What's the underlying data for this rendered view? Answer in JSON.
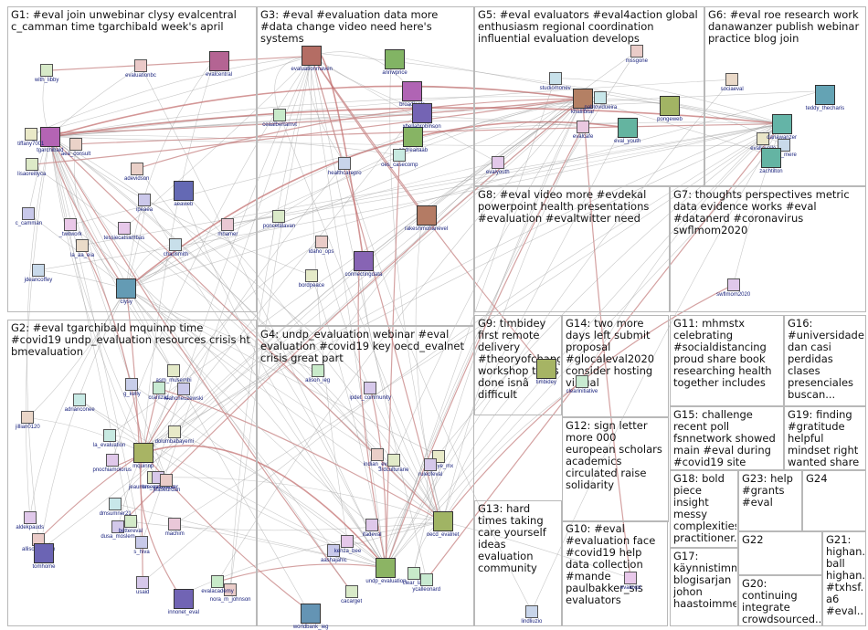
{
  "groups": [
    {
      "id": "G1",
      "label": "G1: #eval join unwebinar clysy evalcentral c_camman time tgarchibald week's april"
    },
    {
      "id": "G2",
      "label": "G2: #eval tgarchibald mquinnp time #covid19 undp_evaluation resources crisis ht bmevaluation"
    },
    {
      "id": "G3",
      "label": "G3: #eval #evaluation data more #data change video need here's systems"
    },
    {
      "id": "G4",
      "label": "G4: undp_evaluation webinar #eval evaluation #covid19 key oecd_evalnet crisis great part"
    },
    {
      "id": "G5",
      "label": "G5: #eval evaluators #eval4action global enthusiasm regional coordination influential evaluation develops"
    },
    {
      "id": "G6",
      "label": "G6: #eval roe research work danawanzer publish webinar practice blog join"
    },
    {
      "id": "G7",
      "label": "G7: thoughts perspectives metric data evidence works #eval #datanerd #coronavirus swflmom2020"
    },
    {
      "id": "G8",
      "label": "G8: #eval video more #evdekal powerpoint health presentations #evaluation #evaltwitter need"
    },
    {
      "id": "G9",
      "label": "G9: timbidey first remote delivery #theoryofchange workshop turns done isnâ difficult"
    },
    {
      "id": "G10",
      "label": "G10: #eval #evaluation face #covid19 help data collection #mande paulbakker_sis evaluators"
    },
    {
      "id": "G11",
      "label": "G11: mhmstx celebrating #socialdistancing proud share book researching health together includes"
    },
    {
      "id": "G12",
      "label": "G12: sign letter more 000 european scholars academics circulated raise solidarity"
    },
    {
      "id": "G13",
      "label": "G13: hard times taking care yourself ideas evaluation community"
    },
    {
      "id": "G14",
      "label": "G14: two more days left submit proposal #glocaleval2020 consider hosting virtual"
    },
    {
      "id": "G15",
      "label": "G15: challenge recent poll fsnnetwork showed main #eval during #covid19 site"
    },
    {
      "id": "G16",
      "label": "G16: #universidades dan casi perdidas clases presenciales buscan..."
    },
    {
      "id": "G17",
      "label": "G17: käynnistimme blogisarjan johon haastoimme..."
    },
    {
      "id": "G18",
      "label": "G18: bold piece insight messy complexities practitioner..."
    },
    {
      "id": "G19",
      "label": "G19: finding #gratitude helpful mindset right wanted share big thank..."
    },
    {
      "id": "G20",
      "label": "G20: continuing integrate crowdsourced..."
    },
    {
      "id": "G21",
      "label": "G21: highan... ball highan... #txhsf... a6 #eval..."
    },
    {
      "id": "G22",
      "label": "G22"
    },
    {
      "id": "G23",
      "label": "G23: help #grants #eval"
    },
    {
      "id": "G24",
      "label": "G24"
    }
  ],
  "nodes": [
    {
      "label": "tgarchibald",
      "group": "G1",
      "avatar": true
    },
    {
      "label": "evalcentral",
      "group": "G1",
      "avatar": true
    },
    {
      "label": "clysy",
      "group": "G1",
      "avatar": true
    },
    {
      "label": "aeaweb",
      "group": "G1",
      "avatar": true
    },
    {
      "label": "ipeaea",
      "group": "G1"
    },
    {
      "label": "mhamer",
      "group": "G1"
    },
    {
      "label": "jdeancoffey",
      "group": "G1"
    },
    {
      "label": "with_libby",
      "group": "G1"
    },
    {
      "label": "aea_consult",
      "group": "G1"
    },
    {
      "label": "c_camman",
      "group": "G1"
    },
    {
      "label": "tiffany7001",
      "group": "G1"
    },
    {
      "label": "la_aa_eia",
      "group": "G1"
    },
    {
      "label": "charlsmith",
      "group": "G1"
    },
    {
      "label": "tessiecatsambas",
      "group": "G1"
    },
    {
      "label": "lisaoreillyca",
      "group": "G1"
    },
    {
      "label": "_twitwork",
      "group": "G1"
    },
    {
      "label": "adevidson",
      "group": "G1"
    },
    {
      "label": "evaluationbc",
      "group": "G1"
    },
    {
      "label": "connectingdata",
      "group": "G3",
      "avatar": true
    },
    {
      "label": "healthcarepro",
      "group": "G3"
    },
    {
      "label": "evaluationmaven",
      "group": "G3",
      "avatar": true
    },
    {
      "label": "idaho_ops",
      "group": "G3"
    },
    {
      "label": "rakeshmohanevel",
      "group": "G3",
      "avatar": true
    },
    {
      "label": "andreaitaab",
      "group": "G3",
      "avatar": true
    },
    {
      "label": "broadleafc",
      "group": "G3",
      "avatar": true
    },
    {
      "label": "poncelalavan",
      "group": "G3"
    },
    {
      "label": "xhellabrobinson",
      "group": "G3",
      "avatar": true
    },
    {
      "label": "annwprice",
      "group": "G3",
      "avatar": true
    },
    {
      "label": "bordpeace",
      "group": "G3"
    },
    {
      "label": "oes_casecomp",
      "group": "G3"
    },
    {
      "label": "ceaalbertamvt",
      "group": "G3"
    },
    {
      "label": "evalyouth",
      "group": "G5"
    },
    {
      "label": "mssgone",
      "group": "G5"
    },
    {
      "label": "evalcafe",
      "group": "G5"
    },
    {
      "label": "studiomonev",
      "group": "G5"
    },
    {
      "label": "pongeweb",
      "group": "G5",
      "avatar": true
    },
    {
      "label": "eval_youth",
      "group": "G5",
      "avatar": true
    },
    {
      "label": "khalilbitar",
      "group": "G5",
      "avatar": true
    },
    {
      "label": "pablovidueira",
      "group": "G5"
    },
    {
      "label": "evallavalle",
      "group": "G6"
    },
    {
      "label": "sociaeval",
      "group": "G6"
    },
    {
      "label": "teddy_thecharis",
      "group": "G6",
      "avatar": true
    },
    {
      "label": "danawanzer",
      "group": "G6",
      "avatar": true
    },
    {
      "label": "eval_mere",
      "group": "G6"
    },
    {
      "label": "zachtilton",
      "group": "G6",
      "avatar": true
    },
    {
      "label": "swflmom2020",
      "group": "G7"
    },
    {
      "label": "timbidey",
      "group": "G9",
      "avatar": true
    },
    {
      "label": "clearinitiative",
      "group": "G14"
    },
    {
      "label": "evalexpt",
      "group": "G10"
    },
    {
      "label": "lindliuzio",
      "group": "G13"
    },
    {
      "label": "redmye_mx",
      "group": "G4"
    },
    {
      "label": "clear_lac",
      "group": "G4"
    },
    {
      "label": "ycalleonard",
      "group": "G4"
    },
    {
      "label": "undp_evaluation",
      "group": "G4",
      "avatar": true
    },
    {
      "label": "aashajahic",
      "group": "G4"
    },
    {
      "label": "indian_eval",
      "group": "G4"
    },
    {
      "label": "kenza_bee",
      "group": "G4"
    },
    {
      "label": "cacarget",
      "group": "G4"
    },
    {
      "label": "oecd_evalnet",
      "group": "G4",
      "avatar": true
    },
    {
      "label": "ipdet_community",
      "group": "G4"
    },
    {
      "label": "worldbank_ieg",
      "group": "G4",
      "avatar": true
    },
    {
      "label": "alison_ieg",
      "group": "G4"
    },
    {
      "label": "ruleofeval",
      "group": "G4"
    },
    {
      "label": "ifadeval",
      "group": "G4"
    },
    {
      "label": "3rdculturane",
      "group": "G4"
    },
    {
      "label": "allisontitcomb",
      "group": "G2"
    },
    {
      "label": "dolumbabayemi",
      "group": "G2"
    },
    {
      "label": "leahcneuzewski",
      "group": "G2"
    },
    {
      "label": "pnochiamoiorus",
      "group": "G2"
    },
    {
      "label": "adrianconee",
      "group": "G2"
    },
    {
      "label": "jeaumes_evalparker",
      "group": "G2"
    },
    {
      "label": "g_kelly",
      "group": "G2"
    },
    {
      "label": "dmsumner21",
      "group": "G2"
    },
    {
      "label": "jillian0120",
      "group": "G2"
    },
    {
      "label": "asm_musembi",
      "group": "G2"
    },
    {
      "label": "aldekpauds",
      "group": "G2"
    },
    {
      "label": "mquinnp",
      "group": "G2",
      "avatar": true
    },
    {
      "label": "tomhome",
      "group": "G2",
      "avatar": true
    },
    {
      "label": "s_hiva",
      "group": "G2"
    },
    {
      "label": "bmevaluation",
      "group": "G2"
    },
    {
      "label": "nora_m_johnson",
      "group": "G2"
    },
    {
      "label": "evalacademy",
      "group": "G2"
    },
    {
      "label": "dusa_moslem",
      "group": "G2"
    },
    {
      "label": "jeaseurdan",
      "group": "G2"
    },
    {
      "label": "innonet_eval",
      "group": "G2",
      "avatar": true
    },
    {
      "label": "craritza1",
      "group": "G2"
    },
    {
      "label": "usaid",
      "group": "G2"
    },
    {
      "label": "bettereval",
      "group": "G2"
    },
    {
      "label": "machim",
      "group": "G2"
    },
    {
      "label": "la_evaluation",
      "group": "G2"
    }
  ]
}
